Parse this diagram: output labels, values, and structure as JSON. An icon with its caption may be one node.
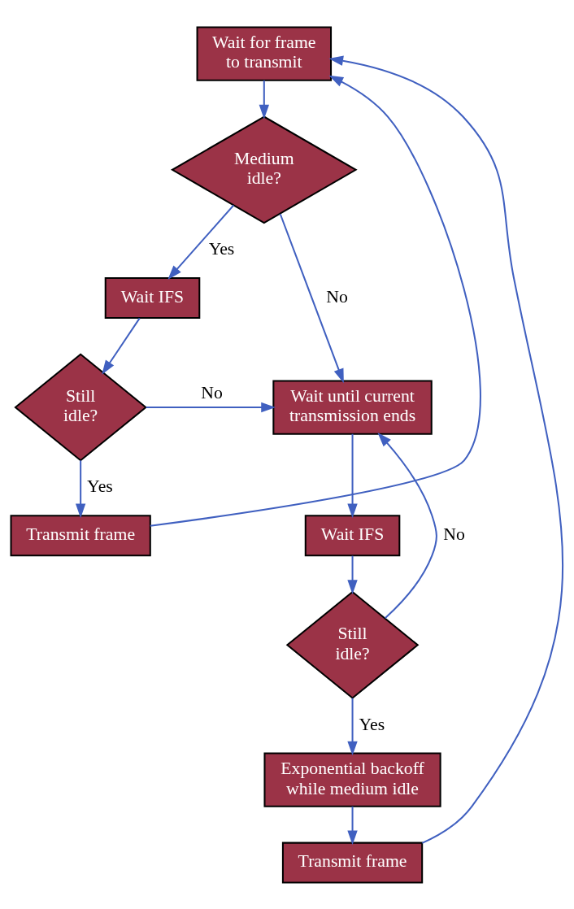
{
  "diagram": {
    "nodes": [
      {
        "text": [
          "Wait for frame to transmit"
        ]
      },
      {
        "text": [
          "Medium idle?"
        ]
      },
      {
        "text": [
          "Wait IFS"
        ]
      },
      {
        "text": [
          "Still idle?"
        ]
      },
      {
        "text": [
          "Transmit frame"
        ]
      },
      {
        "text": [
          "Wait until current transmission ends"
        ]
      },
      {
        "text": [
          "Wait IFS"
        ]
      },
      {
        "text": [
          "Still idle?"
        ]
      },
      {
        "text": [
          "Exponential backoff while medium idle"
        ]
      },
      {
        "text": [
          "Transmit frame"
        ]
      }
    ],
    "edges": [
      {
        "from": 0,
        "to": 1,
        "arrow": "to"
      },
      {
        "from": 1,
        "to": 2,
        "arrow": "to",
        "label": "Yes"
      },
      {
        "from": 1,
        "to": 5,
        "arrow": "to",
        "label": "No"
      },
      {
        "from": 2,
        "to": 3,
        "arrow": "to"
      },
      {
        "from": 3,
        "to": 5,
        "arrow": "to",
        "label": "No"
      },
      {
        "from": 3,
        "to": 4,
        "arrow": "to",
        "label": "Yes"
      },
      {
        "from": 4,
        "to": 0,
        "arrow": "to"
      },
      {
        "from": 5,
        "to": 6,
        "arrow": "to"
      },
      {
        "from": 6,
        "to": 7,
        "arrow": "to"
      },
      {
        "from": 7,
        "to": 5,
        "arrow": "to",
        "label": "No"
      },
      {
        "from": 7,
        "to": 8,
        "arrow": "to",
        "label": "Yes"
      },
      {
        "from": 8,
        "to": 9,
        "arrow": "to"
      },
      {
        "from": 9,
        "to": 0,
        "arrow": "to"
      }
    ]
  }
}
